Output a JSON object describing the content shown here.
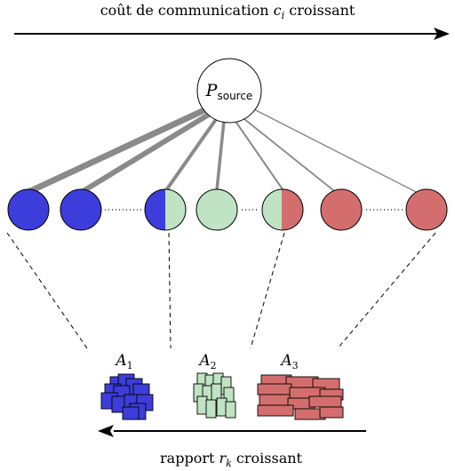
{
  "top_label": {
    "prefix": "coût de communication ",
    "var": "c",
    "sub": "i",
    "suffix": " croissant"
  },
  "bottom_label": {
    "prefix": "rapport ",
    "var": "r",
    "sub": "k",
    "suffix": " croissant"
  },
  "source": {
    "var": "P",
    "sub": "source"
  },
  "groups": [
    {
      "var": "A",
      "sub": "1",
      "color": "#3d3ddb"
    },
    {
      "var": "A",
      "sub": "2",
      "color": "#bfe3c3"
    },
    {
      "var": "A",
      "sub": "3",
      "color": "#d46e6e"
    }
  ],
  "colors": {
    "blue": "#3d3ddb",
    "green": "#bfe3c3",
    "red": "#d46e6e",
    "link": "#8a8a8a"
  }
}
